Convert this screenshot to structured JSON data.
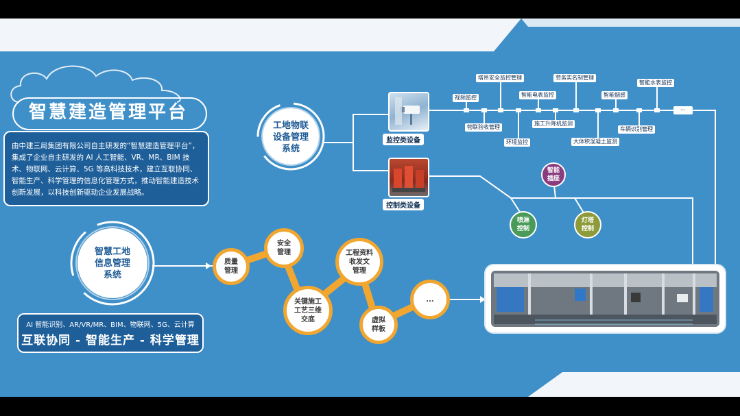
{
  "title": "智慧建造管理平台",
  "intro": "由中建三局集团有限公司自主研发的“智慧建造管理平台”，集成了企业自主研发的 AI 人工智能、VR、MR、BIM 技术、物联网、云计算、5G 等高科技技术，建立互联协同、智能生产、科学管理的信息化管理方式，推动智能建造技术创新发展，以科技创新驱动企业发展战略。",
  "iot_system": [
    "工地物联",
    "设备管理",
    "系统"
  ],
  "site_system": [
    "智慧工地",
    "信息管理",
    "系统"
  ],
  "slogan_small": "AI 智能识别、AR/VR/MR、BIM、物联网、5G、云计算",
  "slogan_big": "互联协同 - 智能生产 - 科学管理",
  "devices": {
    "monitor": "监控类设备",
    "control": "控制类设备"
  },
  "monitor_tags_top": [
    "视频监控",
    "塔吊安全监控管理",
    "智能电表监控",
    "劳务实名制管理",
    "智能烟感",
    "智能水表监控"
  ],
  "monitor_tags_bottom": [
    "物联验收管理",
    "环境监控",
    "施工升降机监测",
    "大体积混凝土监测",
    "车辆识别管理"
  ],
  "more_tag": "···",
  "control_items": {
    "spray": [
      "喷淋",
      "控制"
    ],
    "socket": [
      "智能",
      "插座"
    ],
    "tower_light": [
      "灯塔",
      "控制"
    ]
  },
  "chain": {
    "quality": [
      "质量",
      "管理"
    ],
    "safety": [
      "安全",
      "管理"
    ],
    "construction": [
      "关键施工",
      "工艺三维",
      "交底"
    ],
    "docs": [
      "工程资料",
      "收发文",
      "管理"
    ],
    "sample": [
      "虚拟",
      "样板"
    ],
    "more": "..."
  },
  "colors": {
    "bg": "#3f8fc9",
    "dark": "#1e5f9a",
    "orange": "#f1a630",
    "green": "#4a9a5a",
    "purple": "#8a3d7e",
    "olive": "#8d9b3a"
  }
}
